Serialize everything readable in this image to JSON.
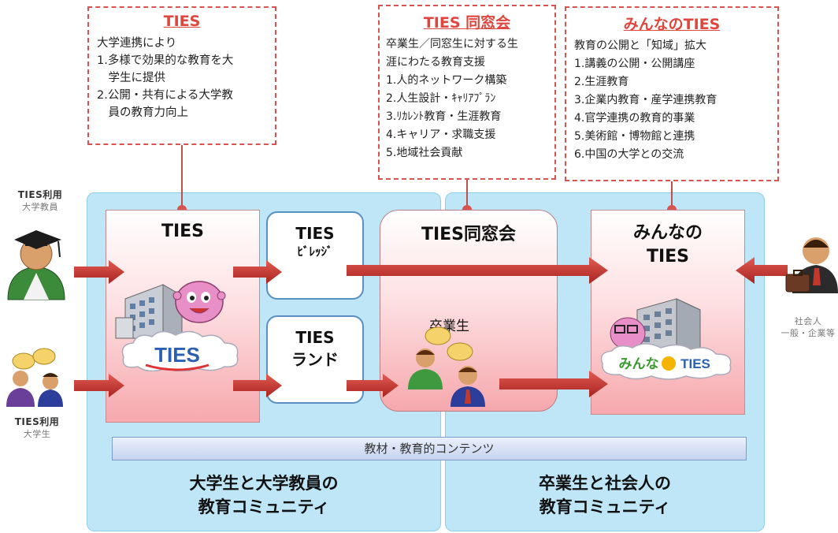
{
  "callouts": {
    "ties": {
      "title": "TIES",
      "lines": [
        "大学連携により",
        "1.多様で効果的な教育を大",
        "　学生に提供",
        "2.公開・共有による大学教",
        "　員の教育力向上"
      ]
    },
    "alumni": {
      "title": "TIES 同窓会",
      "lines": [
        "卒業生／同窓生に対する生",
        "涯にわたる教育支援",
        "1.人的ネットワーク構築",
        "2.人生設計・ｷｬﾘｱﾌﾟﾗﾝ",
        "3.ﾘｶﾚﾝﾄ教育・生涯教育",
        "4.キャリア・求職支援",
        "5.地域社会貢献"
      ]
    },
    "minna": {
      "title": "みんなのTIES",
      "lines": [
        "教育の公開と「知域」拡大",
        "1.講義の公開・公開講座",
        "2.生涯教育",
        "3.企業内教育・産学連携教育",
        "4.官学連携の教育的事業",
        "5.美術館・博物館と連携",
        "6.中国の大学との交流"
      ]
    }
  },
  "panels": {
    "ties": "TIES",
    "village": {
      "line1": "TIES",
      "line2": "ﾋﾞﾚｯｼﾞ"
    },
    "land": {
      "line1": "TIES",
      "line2": "ランド"
    },
    "alumni": "TIES同窓会",
    "alumni_sub": "卒業生",
    "minna": {
      "line1": "みんなの",
      "line2": "TIES"
    }
  },
  "logos": {
    "ties": "TIES",
    "minna": "みんな",
    "minna_ties": "TIES"
  },
  "contents_bar": "教材・教育的コンテンツ",
  "regions": {
    "left": {
      "line1": "大学生と大学教員の",
      "line2": "教育コミュニティ"
    },
    "right": {
      "line1": "卒業生と社会人の",
      "line2": "教育コミュニティ"
    }
  },
  "side_labels": {
    "top_left": {
      "line1": "TIES利用",
      "line2": "大学教員"
    },
    "bottom_left": {
      "line1": "TIES利用",
      "line2": "大学生"
    },
    "right": {
      "line1": "社会人",
      "line2": "一般・企業等"
    }
  },
  "colors": {
    "accent_red": "#d9534f",
    "region_blue": "#bfe6f7",
    "panel_pink": "#f6a8ad",
    "arrow_red": "#c0392b"
  }
}
